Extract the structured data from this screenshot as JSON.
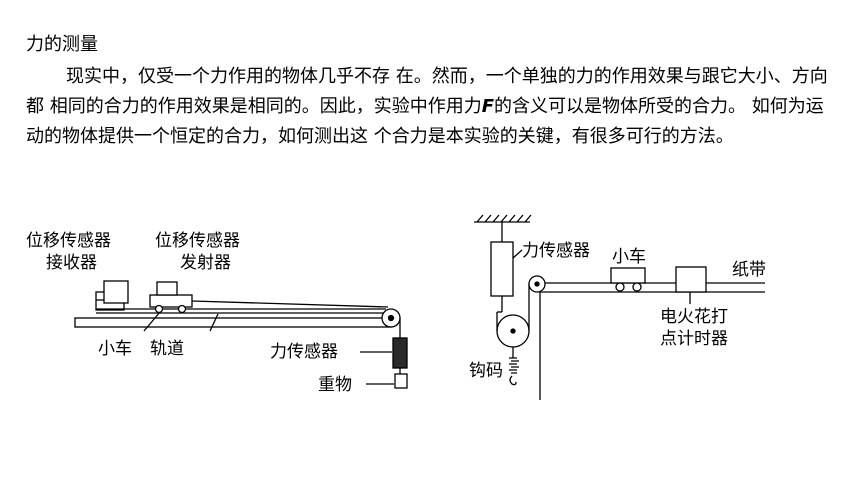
{
  "heading": "力的测量",
  "paragraph": {
    "part1": "现实中，仅受一个力作用的物体几乎不存 在。然而，一个单独的力的作用效果与跟它大小、方向都 相同的合力的作用效果是相同的。因此，实验中作用力",
    "force_symbol": "F",
    "part2": "的含义可以是物体所受的合力。 如何为运动的物体提供一个恒定的合力，如何测出这 个合力是本实验的关键，有很多可行的方法。"
  },
  "diagram_left": {
    "receiver_line1": "位移传感器",
    "receiver_line2": "接收器",
    "emitter_line1": "位移传感器",
    "emitter_line2": "发射器",
    "cart": "小车",
    "track": "轨道",
    "force_sensor": "力传感器",
    "weight": "重物"
  },
  "diagram_right": {
    "force_sensor": "力传感器",
    "cart": "小车",
    "tape": "纸带",
    "timer_line1": "电火花打",
    "timer_line2": "点计时器",
    "hook_weight": "钩码"
  }
}
